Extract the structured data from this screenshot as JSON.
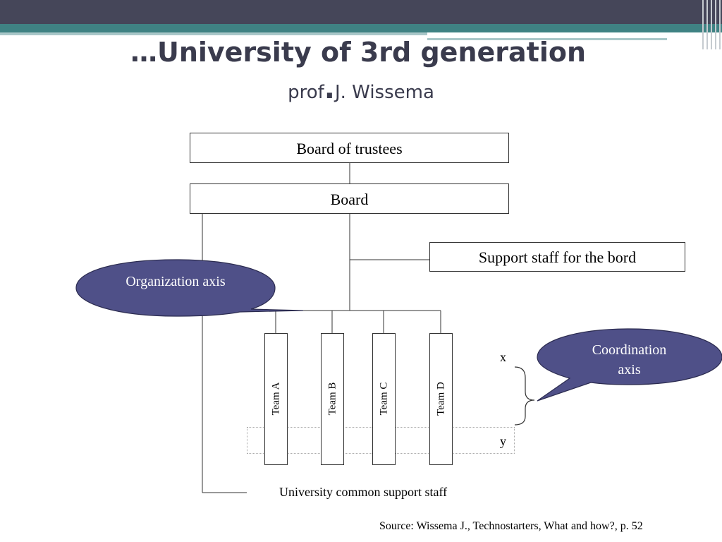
{
  "slide": {
    "title": "…University of 3rd generation",
    "subtitle_prefix": "prof",
    "subtitle_dot": ".",
    "subtitle_name": "J. Wissema"
  },
  "diagram": {
    "board_of_trustees": "Board of trustees",
    "board": "Board",
    "support_staff_board": "Support staff for the bord",
    "teams": [
      "Team A",
      "Team B",
      "Team C",
      "Team D"
    ],
    "axis_x": "x",
    "axis_y": "y",
    "common_support": "University common support staff",
    "callout_organization": "Organization axis",
    "callout_coordination_line1": "Coordination",
    "callout_coordination_line2": "axis"
  },
  "source": "Source: Wissema J., Technostarters, What and how?, p. 52",
  "colors": {
    "callout_fill": "#4f5088",
    "header_dark": "#454659",
    "header_teal": "#3f8283"
  }
}
